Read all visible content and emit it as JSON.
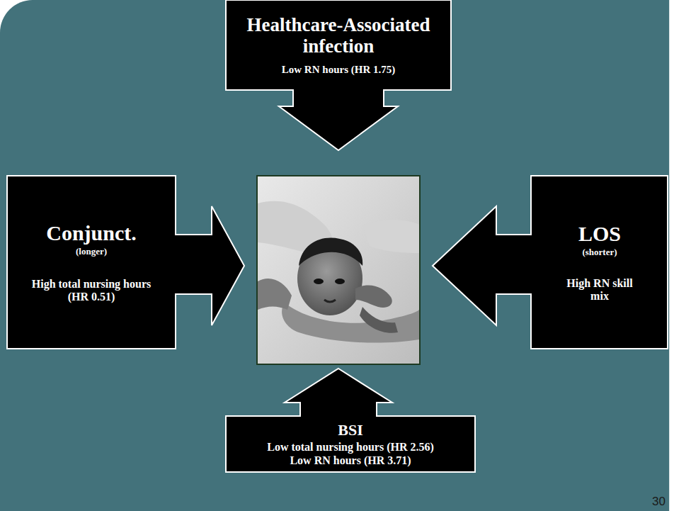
{
  "diagram": {
    "nodes": [
      {
        "text": [
          "Healthcare-Associated infection",
          "Low RN hours (HR 1.75)"
        ]
      },
      {
        "text": [
          "Conjunct.",
          "(longer)",
          "High total nursing hours (HR 0.51)"
        ]
      },
      {
        "text": [
          "LOS",
          "(shorter)",
          "High RN skill mix"
        ]
      },
      {
        "text": [
          "BSI",
          "Low total nursing hours (HR 2.56)",
          "Low RN hours (HR 3.71)"
        ]
      }
    ],
    "labels": [
      "30"
    ]
  }
}
